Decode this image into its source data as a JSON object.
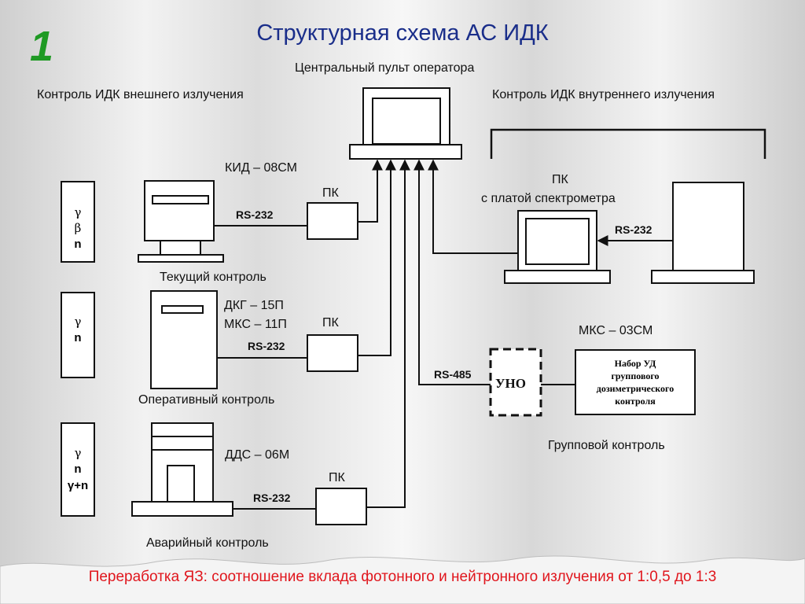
{
  "slide_number": "1",
  "title": "Структурная схема АС ИДК",
  "central": {
    "label": "Центральный пульт оператора"
  },
  "external_control": "Контроль ИДК внешнего излучения",
  "internal_control": "Контроль ИДК внутреннего излучения",
  "row1": {
    "device": "КИД – 08СМ",
    "pc": "ПК",
    "interface": "RS-232",
    "caption": "Текущий контроль",
    "radiation": [
      "γ",
      "β",
      "n"
    ]
  },
  "row2": {
    "device_line1": "ДКГ – 15П",
    "device_line2": "МКС – 11П",
    "pc": "ПК",
    "interface": "RS-232",
    "caption": "Оперативный контроль",
    "radiation": [
      "γ",
      "n"
    ]
  },
  "row3": {
    "device": "ДДС – 06М",
    "pc": "ПК",
    "interface": "RS-232",
    "caption": "Аварийный контроль",
    "radiation": [
      "γ",
      "n",
      "γ+n"
    ]
  },
  "spectrometer": {
    "line1": "ПК",
    "line2": "с платой спектрометра",
    "interface": "RS-232"
  },
  "group": {
    "device": "МКС – 03СМ",
    "interface": "RS-485",
    "uno": "УНО",
    "nabor": [
      "Набор УД",
      "группового",
      "дозиметрического",
      "контроля"
    ],
    "caption": "Групповой контроль"
  },
  "footer": "Переработка ЯЗ: соотношение вклада фотонного и нейтронного излучения от 1:0,5 до 1:3",
  "colors": {
    "title": "#1a2e8a",
    "slide_number": "#1f9a24",
    "footer": "#e0161d"
  }
}
